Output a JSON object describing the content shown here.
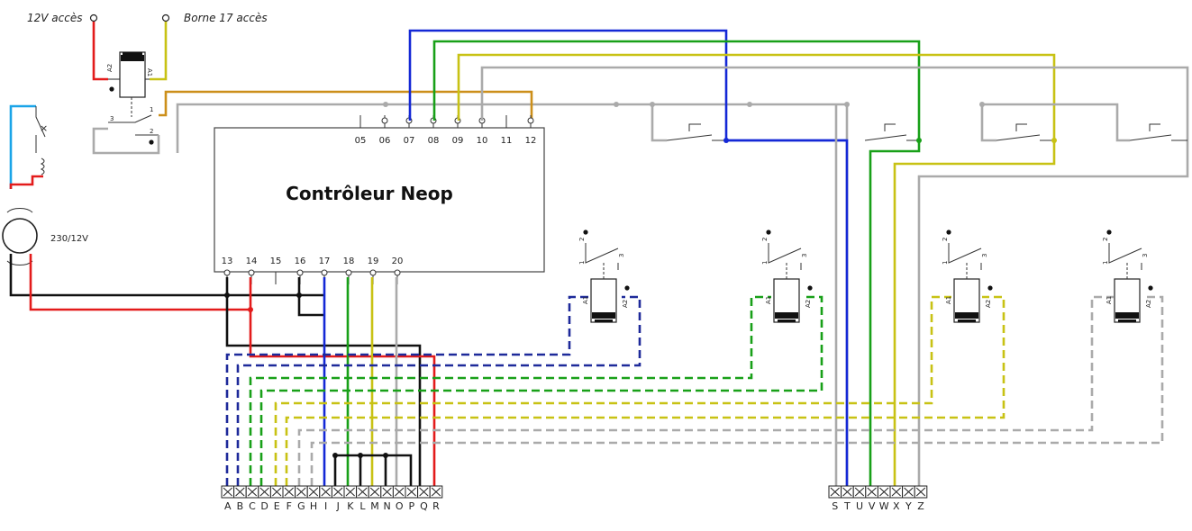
{
  "labels": {
    "supply": "12V accès",
    "borne": "Borne 17 accès",
    "transformer": "230/12V",
    "controller": "Contrôleur Neop",
    "a1": "A1",
    "a2": "A2",
    "c1": "1",
    "c2": "2",
    "c3": "3"
  },
  "top_pins": [
    "05",
    "06",
    "07",
    "08",
    "09",
    "10",
    "11",
    "12"
  ],
  "bottom_pins": [
    "13",
    "14",
    "15",
    "16",
    "17",
    "18",
    "19",
    "20"
  ],
  "terminal_left": [
    "A",
    "B",
    "C",
    "D",
    "E",
    "F",
    "G",
    "H",
    "I",
    "J",
    "K",
    "L",
    "M",
    "N",
    "O",
    "P",
    "Q",
    "R"
  ],
  "terminal_right": [
    "S",
    "T",
    "U",
    "V",
    "W",
    "X",
    "Y",
    "Z"
  ],
  "colors": {
    "red": "#e31b1b",
    "black": "#111111",
    "blue": "#1428d6",
    "darkblue": "#1e2a9a",
    "green": "#18a018",
    "yellow": "#c8c214",
    "gray": "#aaaaaa",
    "orange": "#cc8f1a",
    "cyan": "#1aa4e8"
  }
}
